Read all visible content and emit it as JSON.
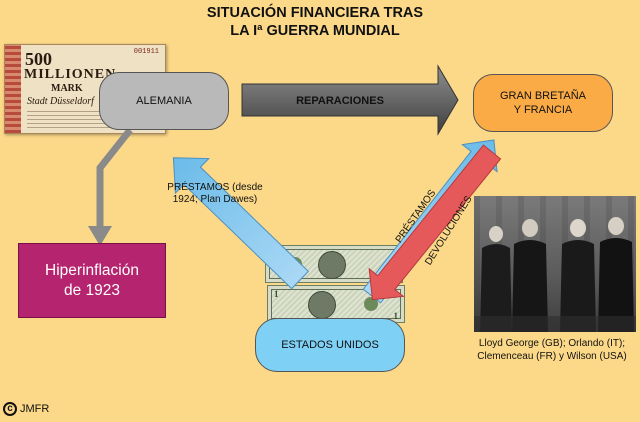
{
  "title": {
    "line1": "SITUACIÓN FINANCIERA TRAS",
    "line2": "LA Iª GUERRA MUNDIAL"
  },
  "nodes": {
    "alemania": "ALEMANIA",
    "gb_line1": "GRAN BRETAÑA",
    "gb_line2": "Y FRANCIA",
    "usa": "ESTADOS UNIDOS",
    "hiper_line1": "Hiperinflación",
    "hiper_line2": "de 1923"
  },
  "arrows": {
    "reparaciones": "REPARACIONES",
    "prestamos_plan_line1": "PRÉSTAMOS (desde",
    "prestamos_plan_line2": "1924; Plan Dawes)",
    "prestamos": "PRÉSTAMOS",
    "devoluciones": "DEVOLUCIONES"
  },
  "banknote": {
    "amount": "500",
    "word": "MILLIONEN",
    "unit": "MARK",
    "city": "Stadt Düsseldorf",
    "serial": "001911"
  },
  "bills": {
    "denomination": "1"
  },
  "caption": "Lloyd George (GB); Orlando (IT); Clemenceau (FR) y Wilson (USA)",
  "footer": {
    "symbol": "c",
    "author": "JMFR"
  },
  "colors": {
    "background": "#fcd988",
    "alemania": "#b9b9b9",
    "gb_francia": "#fbab45",
    "usa": "#7fd0f5",
    "hiperinflacion": "#b5246e",
    "reparaciones_arrow": "#5b5b5b",
    "prestamos_arrow": "#86c7ef",
    "devoluciones_arrow": "#e5595a",
    "hiper_arrow": "#8a8a8a"
  }
}
